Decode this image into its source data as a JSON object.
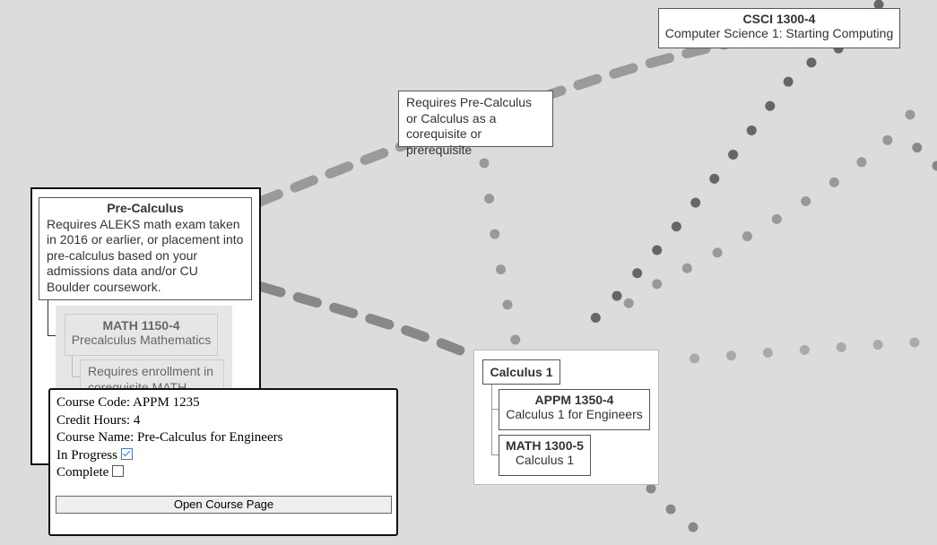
{
  "nodes": {
    "csci": {
      "code": "CSCI 1300-4",
      "name": "Computer Science 1: Starting Computing"
    },
    "req_note": "Requires Pre-Calculus or Calculus as a corequisite or prerequisite",
    "precalc": {
      "title": "Pre-Calculus",
      "description": "Requires ALEKS math exam taken in 2016 or earlier, or placement into pre-calculus based on your admissions data and/or CU Boulder coursework."
    },
    "math1150": {
      "code": "MATH 1150-4",
      "name": "Precalculus Mathematics"
    },
    "coreq_1151": "Requires enrollment in corequisite MATH 1151",
    "calculus": {
      "title": "Calculus 1",
      "appm1350": {
        "code": "APPM 1350-4",
        "name": "Calculus 1 for Engineers"
      },
      "math1300": {
        "code": "MATH 1300-5",
        "name": "Calculus 1"
      }
    }
  },
  "popup": {
    "course_code": "Course Code: APPM 1235",
    "credit_hours": "Credit Hours: 4",
    "course_name": "Course Name: Pre-Calculus for Engineers",
    "in_progress_label": "In Progress",
    "in_progress_checked": true,
    "complete_label": "Complete",
    "complete_checked": false,
    "open_button": "Open Course Page"
  },
  "colors": {
    "background": "#dcdcdc",
    "edge_dark": "#777777",
    "edge_light": "#aaaaaa",
    "checkbox_accent": "#3a7cc9"
  }
}
